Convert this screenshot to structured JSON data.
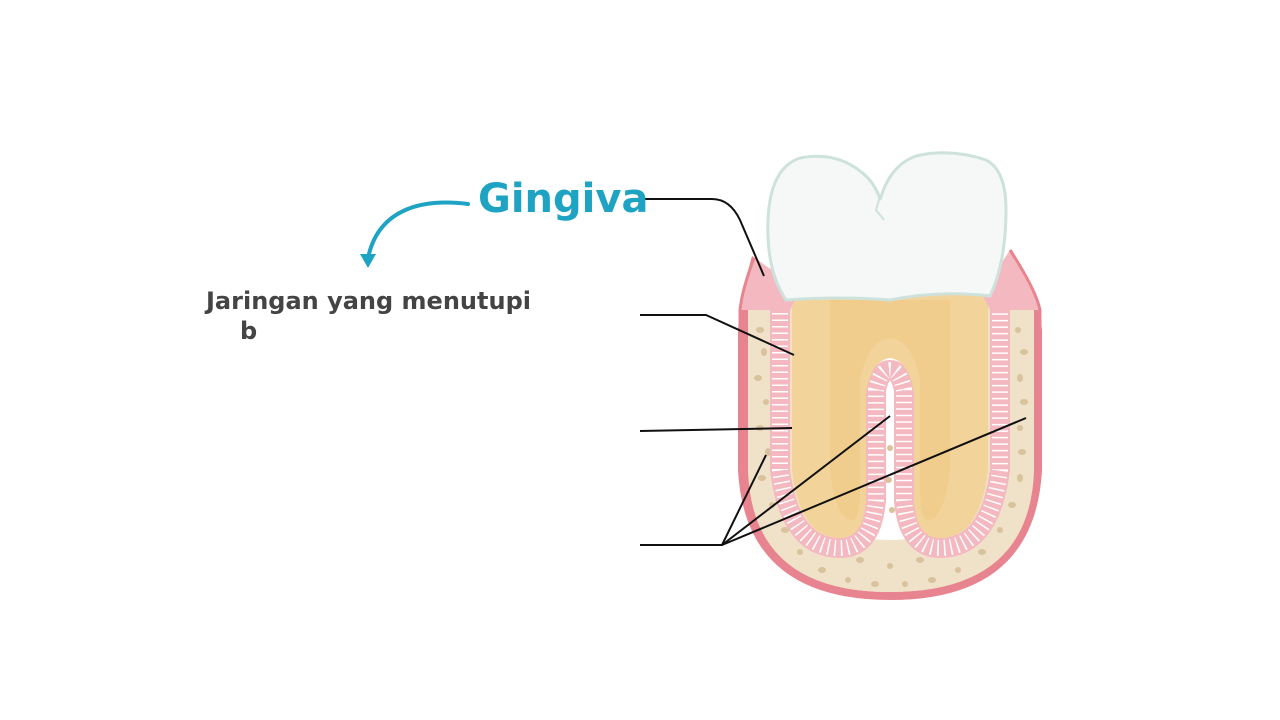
{
  "diagram": {
    "title": "Gingiva",
    "description_line1": "Jaringan yang menutupi",
    "description_line2": "b",
    "colors": {
      "accent": "#1FA3C3",
      "text": "#444444",
      "line": "#111111",
      "gum": "#E8848F",
      "gum_light": "#F4B9C0",
      "enamel": "#F5F8F7",
      "dentin": "#F2D39A",
      "bone": "#EFE2C8",
      "bone_pore": "#D8C39C"
    },
    "labels": [
      {
        "name": "label-line-gingiva",
        "text": ""
      },
      {
        "name": "label-line-2",
        "text": ""
      },
      {
        "name": "label-line-3",
        "text": ""
      },
      {
        "name": "label-line-4",
        "text": ""
      }
    ]
  }
}
